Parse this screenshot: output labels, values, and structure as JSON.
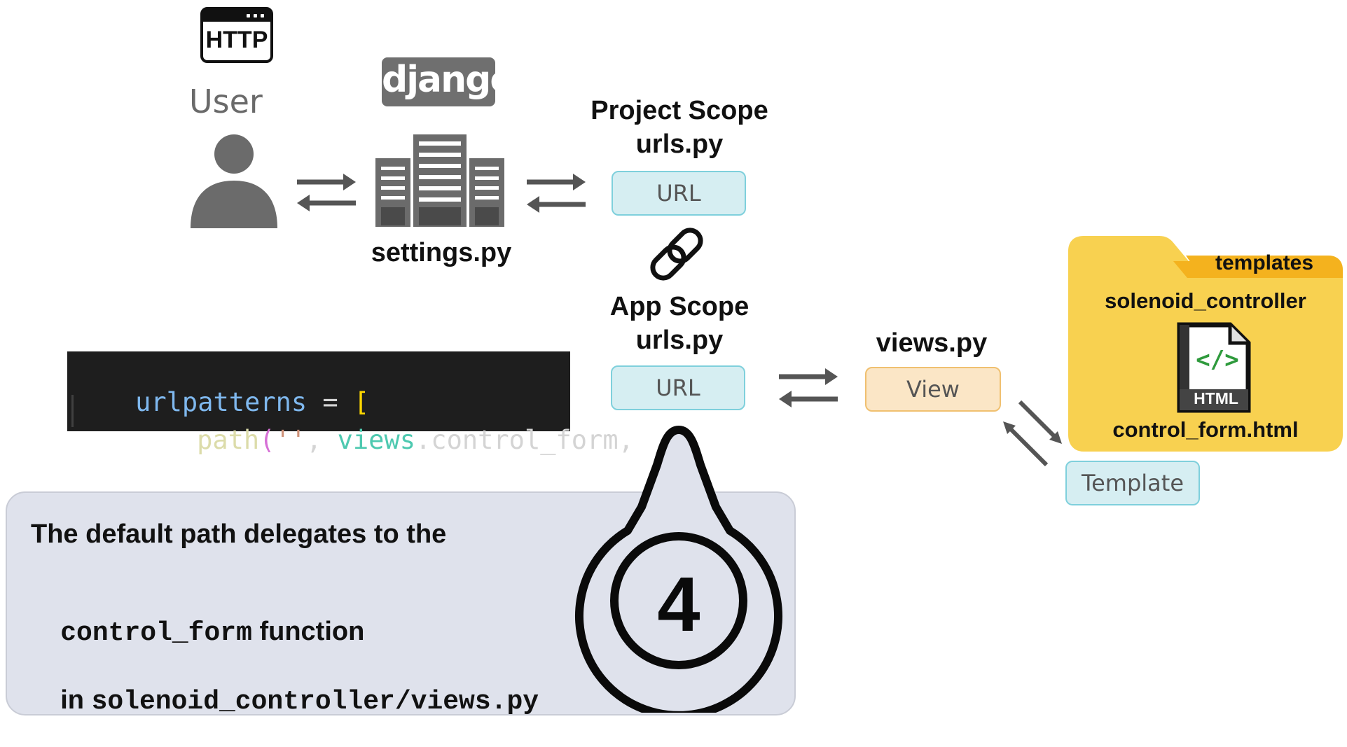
{
  "user": {
    "http_badge": "HTTP",
    "label": "User"
  },
  "django": {
    "logo": "django",
    "settings_label": "settings.py"
  },
  "project_scope": {
    "title": "Project Scope",
    "file": "urls.py",
    "pill": "URL"
  },
  "app_scope": {
    "title": "App Scope",
    "file": "urls.py",
    "pill": "URL"
  },
  "views": {
    "file": "views.py",
    "pill": "View"
  },
  "templates_folder": {
    "title": "templates",
    "subfolder": "solenoid_controller",
    "file_icon_label": "HTML",
    "file_icon_glyph": "</>",
    "file_name": "control_form.html"
  },
  "template_pill": "Template",
  "code": {
    "line1": {
      "ident": "urlpatterns",
      "op": " = ",
      "bracket": "["
    },
    "line2": {
      "func": "path",
      "open": "(",
      "str": "''",
      "comma": ", ",
      "obj": "views",
      "attr": ".control_form,"
    }
  },
  "callout": {
    "line1": "The default path delegates to the",
    "line2_code": "control_form",
    "line2_text": " function",
    "line3_text": "in ",
    "line3_code": "solenoid_controller/views.py",
    "step_number": "4"
  },
  "colors": {
    "icon_gray": "#6b6b6b",
    "folder_yellow": "#f8d150",
    "folder_tab": "#f4b21e"
  },
  "icons": [
    "http-icon",
    "user-icon",
    "server-icon",
    "chain-link-icon",
    "html-file-icon",
    "folder-icon",
    "arrow-icon"
  ]
}
